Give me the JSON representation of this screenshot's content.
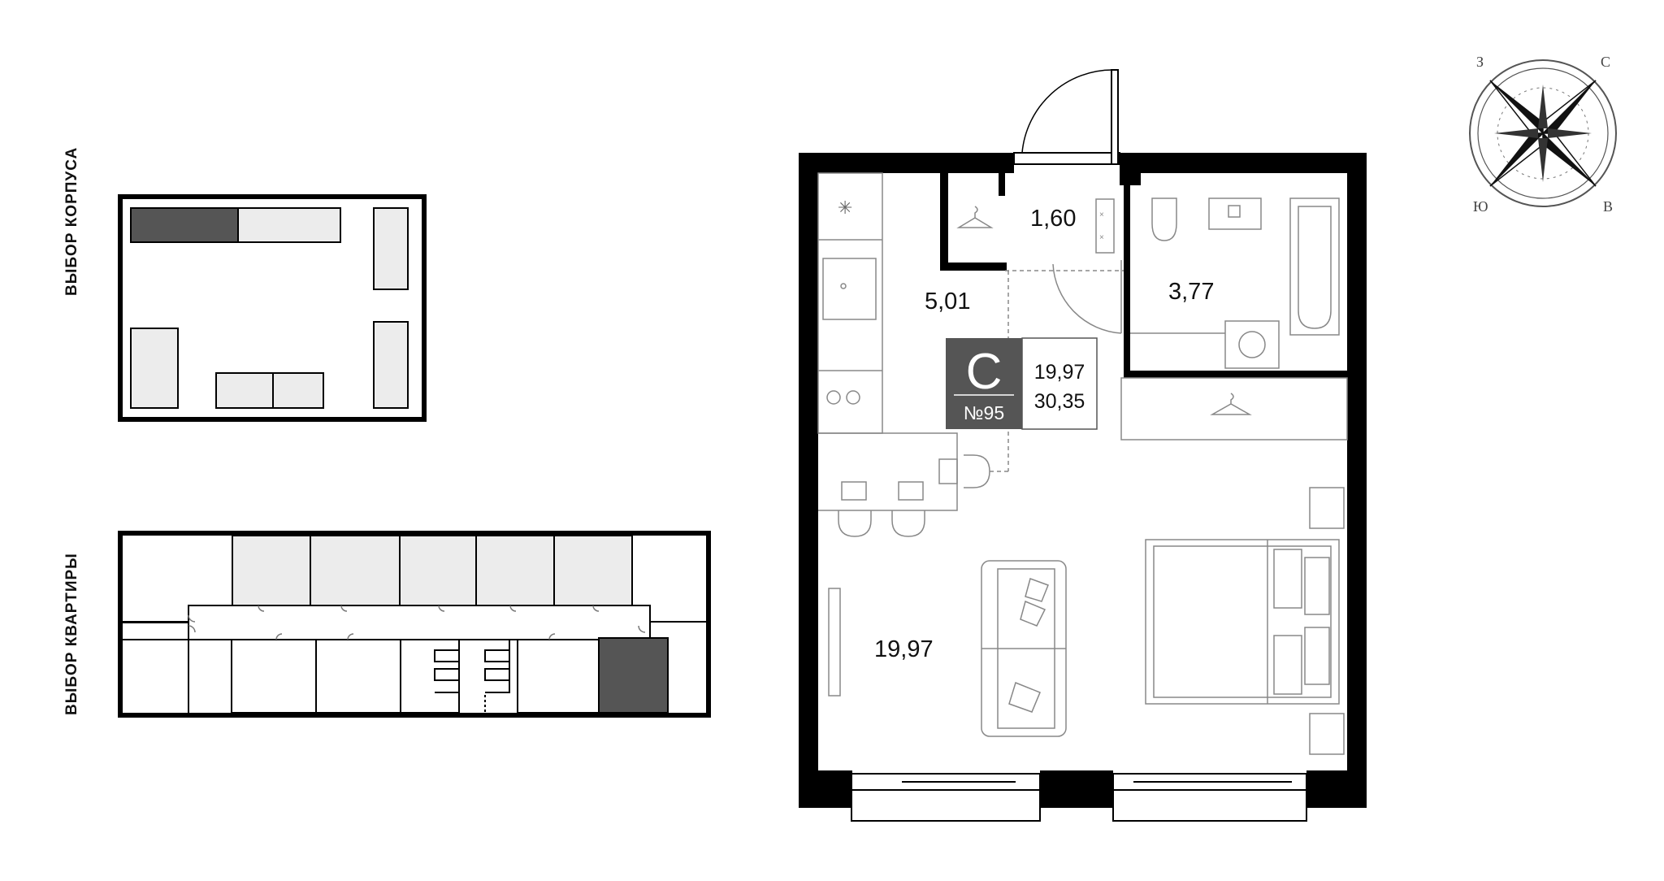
{
  "selectors": {
    "building_label": "ВЫБОР КОРПУСА",
    "apartment_label": "ВЫБОР КВАРТИРЫ"
  },
  "plan": {
    "rooms": {
      "kitchen_area": "5,01",
      "closet_area": "1,60",
      "bath_area": "3,77",
      "living_area": "19,97"
    },
    "badge": {
      "type_letter": "С",
      "number": "№95",
      "living_area": "19,97",
      "total_area": "30,35"
    }
  },
  "compass": {
    "west": "З",
    "north": "С",
    "south": "Ю",
    "east": "В"
  },
  "colors": {
    "wall": "#000000",
    "selected": "#555555",
    "unit_fill": "#ececec",
    "line": "#8a8a8a"
  }
}
